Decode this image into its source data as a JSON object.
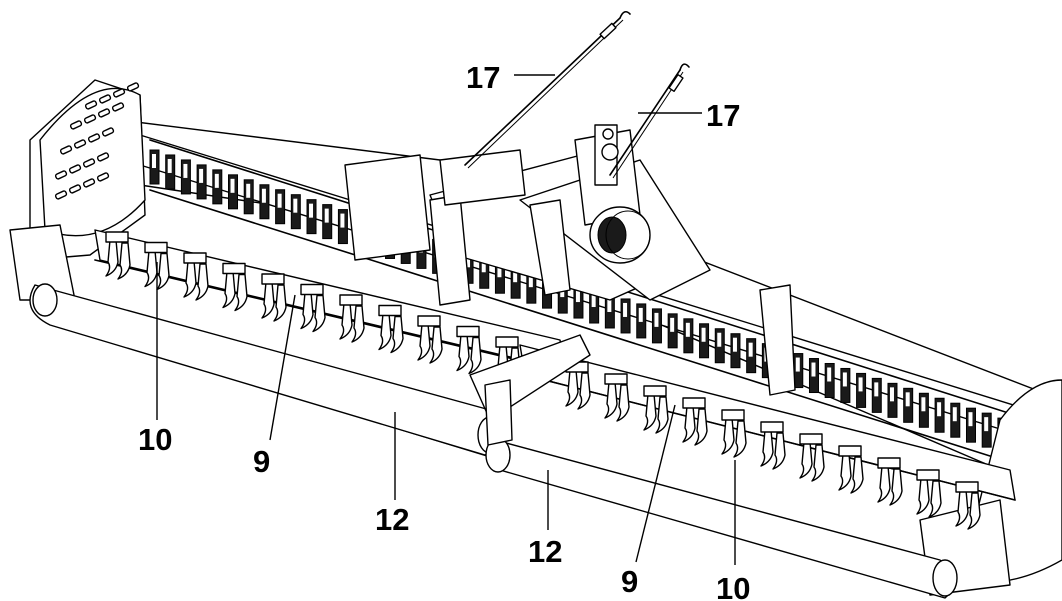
{
  "callouts": {
    "c17_top": "17",
    "c17_right": "17",
    "c10_left": "10",
    "c9_left": "9",
    "c12_left": "12",
    "c12_right": "12",
    "c9_right": "9",
    "c10_right": "10"
  },
  "colors": {
    "line": "#000000",
    "background": "#ffffff"
  }
}
